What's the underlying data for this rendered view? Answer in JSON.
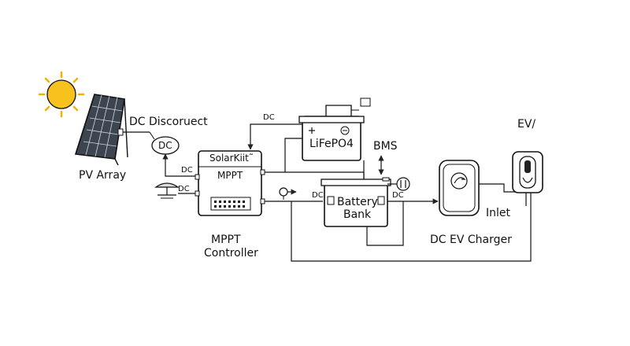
{
  "labels": {
    "pv_array": "PV Array",
    "dc_disconnect": "DC Discoruect",
    "dc_disconnect_symbol": "DC",
    "dc_top_wire": "DC",
    "dc_mppt_in_1": "DC",
    "dc_mppt_in_2": "DC",
    "dc_battery_in": "DC",
    "dc_battery_out": "DC",
    "solarkit": "SolarKiit˜",
    "mppt_box": "MPPT",
    "mppt_controller_line1": "MPPT",
    "mppt_controller_line2": "Controller",
    "lifepo4": "LiFePO4",
    "bms": "BMS",
    "battery_line1": "Battery",
    "battery_line2": "Bank",
    "dc_ev_charger": "DC EV Charger",
    "ev": "EV/",
    "inlet": "Inlet"
  }
}
